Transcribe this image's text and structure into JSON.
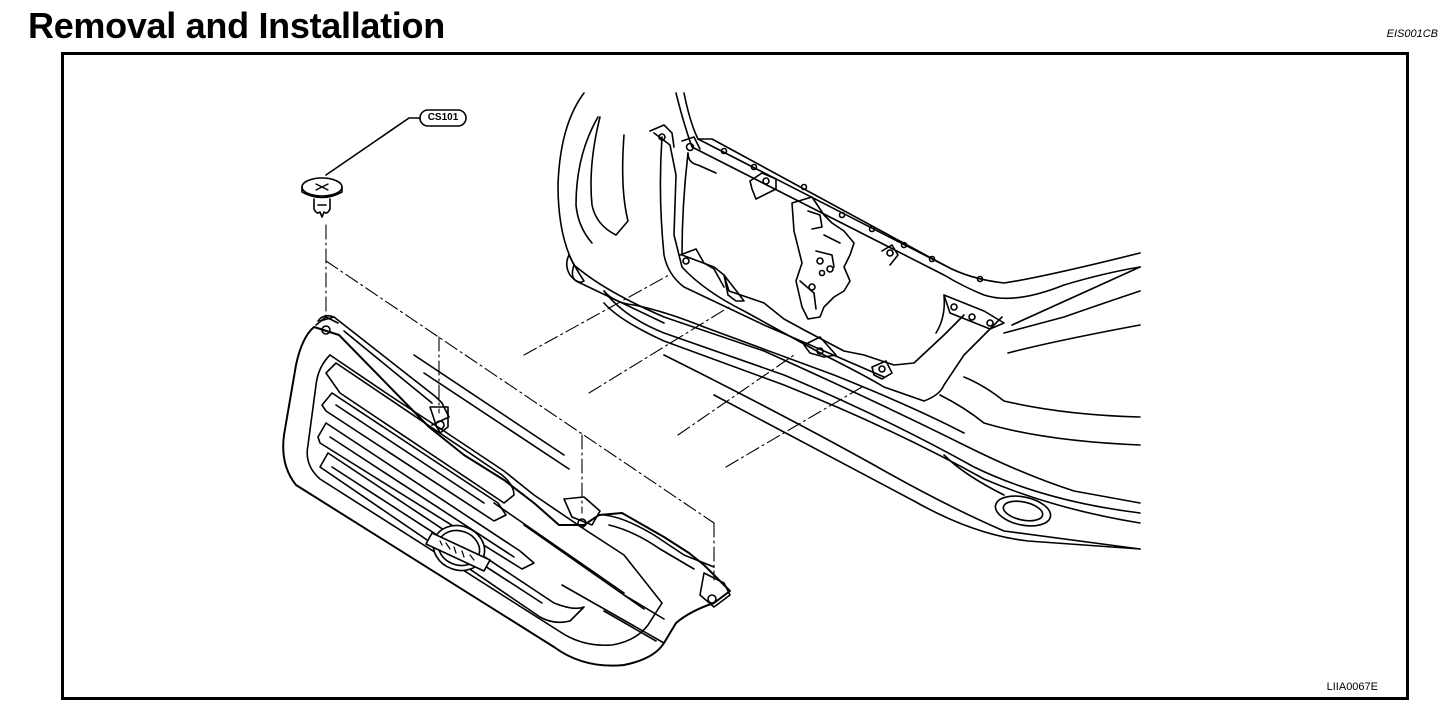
{
  "header": {
    "title": "Removal and Installation",
    "doc_code": "EIS001CB"
  },
  "figure": {
    "callout_code": "CS101",
    "figure_code": "LIIA0067E",
    "parts": [
      "clip-icon",
      "front-grille",
      "emblem-icon",
      "front-bumper",
      "radiator-core-support"
    ]
  }
}
